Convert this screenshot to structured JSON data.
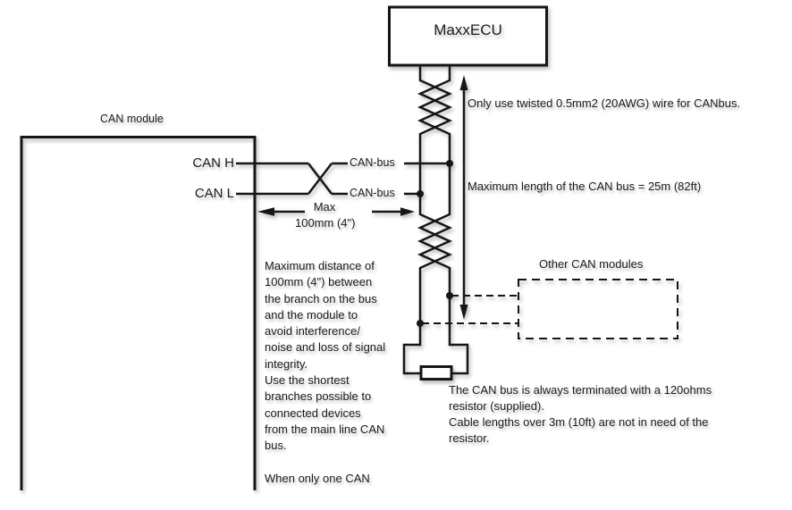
{
  "colors": {
    "background": "#ffffff",
    "line": "#161616",
    "text": "#1b1b1b"
  },
  "ecu": {
    "label": "MaxxECU"
  },
  "module": {
    "label": "CAN module",
    "pin_h": "CAN H",
    "pin_l": "CAN L"
  },
  "bus": {
    "canbus_upper_label": "CAN-bus",
    "canbus_lower_label": "CAN-bus"
  },
  "branch": {
    "max_label": "Max",
    "distance_label": "100mm (4\")"
  },
  "notes": {
    "wire_spec": "Only use twisted 0.5mm2 (20AWG) wire for CANbus.",
    "max_length": "Maximum length of the CAN bus = 25m (82ft)",
    "other_modules": "Other CAN modules",
    "termination": "The CAN bus is always terminated with a 120ohms\nresistor (supplied).\nCable lengths over 3m (10ft) are not in need of the\nresistor.",
    "branch_distance": "Maximum distance of\n100mm (4\") between\nthe branch on the bus\nand the module to\navoid interference/\nnoise and loss of signal\nintegrity.\nUse the shortest\nbranches possible to\nconnected devices\nfrom the main line CAN\nbus.\n\nWhen only one CAN"
  }
}
